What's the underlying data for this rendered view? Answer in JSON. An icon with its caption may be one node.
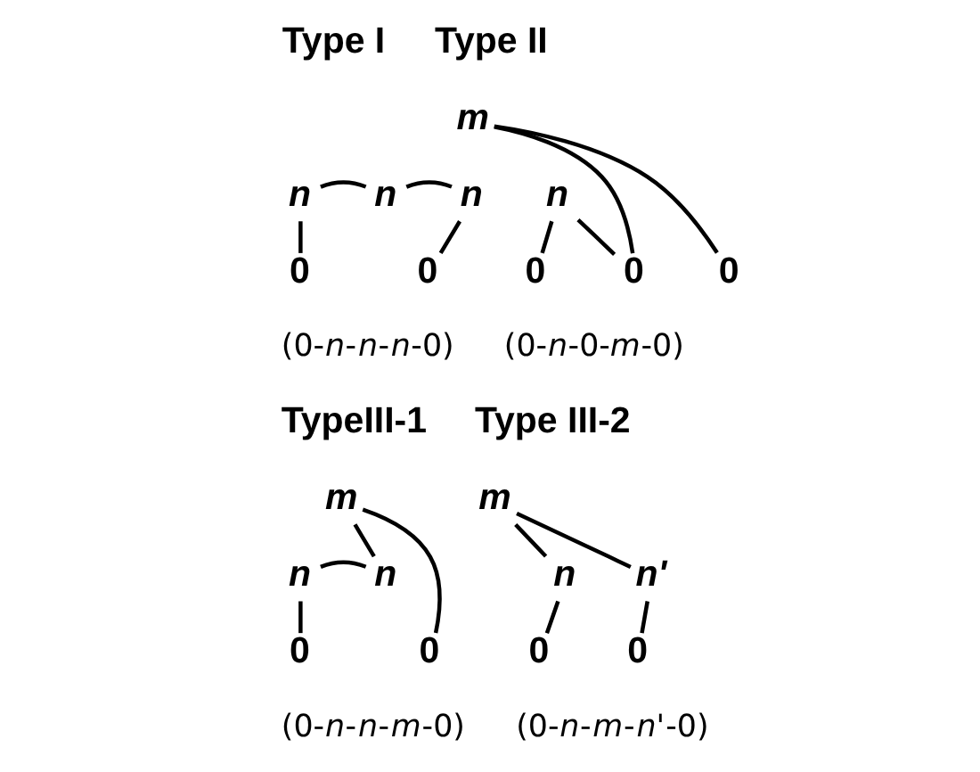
{
  "diagram": {
    "nodes": [
      {
        "text": [
          "0"
        ]
      },
      {
        "text": [
          "n"
        ]
      },
      {
        "text": [
          "n"
        ]
      },
      {
        "text": [
          "n"
        ]
      },
      {
        "text": [
          "0"
        ]
      },
      {
        "text": [
          "0"
        ]
      },
      {
        "text": [
          "n"
        ]
      },
      {
        "text": [
          "0"
        ]
      },
      {
        "text": [
          "m"
        ]
      },
      {
        "text": [
          "0"
        ]
      },
      {
        "text": [
          "0"
        ]
      },
      {
        "text": [
          "n"
        ]
      },
      {
        "text": [
          "n"
        ]
      },
      {
        "text": [
          "m"
        ]
      },
      {
        "text": [
          "0"
        ]
      },
      {
        "text": [
          "0"
        ]
      },
      {
        "text": [
          "n"
        ]
      },
      {
        "text": [
          "m"
        ]
      },
      {
        "text": [
          "n'"
        ]
      },
      {
        "text": [
          "0"
        ]
      }
    ],
    "edges": [
      {
        "from": 0,
        "to": 1,
        "arrow": "none"
      },
      {
        "from": 1,
        "to": 2,
        "arrow": "none"
      },
      {
        "from": 2,
        "to": 3,
        "arrow": "none"
      },
      {
        "from": 3,
        "to": 4,
        "arrow": "none"
      },
      {
        "from": 5,
        "to": 6,
        "arrow": "none"
      },
      {
        "from": 6,
        "to": 7,
        "arrow": "none"
      },
      {
        "from": 7,
        "to": 8,
        "arrow": "none"
      },
      {
        "from": 8,
        "to": 9,
        "arrow": "none"
      },
      {
        "from": 10,
        "to": 11,
        "arrow": "none"
      },
      {
        "from": 11,
        "to": 12,
        "arrow": "none"
      },
      {
        "from": 12,
        "to": 13,
        "arrow": "none"
      },
      {
        "from": 13,
        "to": 14,
        "arrow": "none"
      },
      {
        "from": 15,
        "to": 16,
        "arrow": "none"
      },
      {
        "from": 16,
        "to": 17,
        "arrow": "none"
      },
      {
        "from": 17,
        "to": 18,
        "arrow": "none"
      },
      {
        "from": 18,
        "to": 19,
        "arrow": "none"
      }
    ],
    "labels": [
      "Type I",
      "Type II",
      "(0-*n*-*n*-*n*-0)",
      "(0-*n*-0-*m*-0)",
      "TypeIII-1",
      "Type III-2",
      "(0-*n*-*n*-*m*-0)",
      "(0-*n*-*m*-*n'*-0)"
    ]
  }
}
